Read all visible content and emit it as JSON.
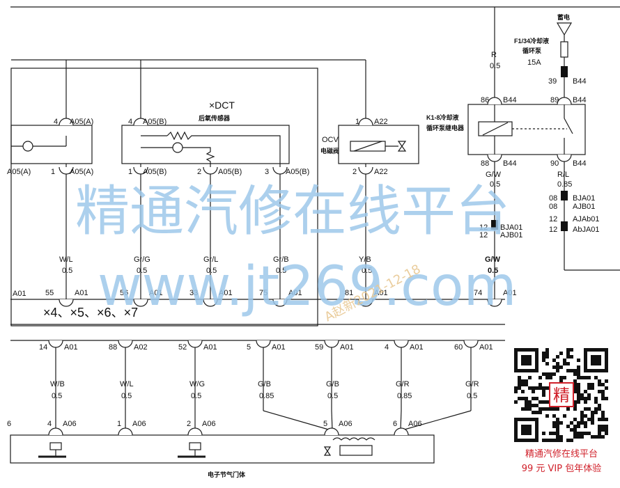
{
  "connectors": {
    "a05a_top": {
      "pin": "4",
      "name": "A05(A)"
    },
    "a05a_bottom": {
      "pin": "1",
      "name": "A05(A)"
    },
    "a05a_left": "A05(A)",
    "a05b_top": {
      "pin": "4",
      "name": "A05(B)"
    },
    "a05b_p1": {
      "pin": "1",
      "name": "A05(B)"
    },
    "a05b_p2": {
      "pin": "2",
      "name": "A05(B)"
    },
    "a05b_p3": {
      "pin": "3",
      "name": "A05(B)"
    },
    "a22_top": {
      "pin": "1",
      "name": "A22"
    },
    "a22_bottom": {
      "pin": "2",
      "name": "A22"
    },
    "b44_86": {
      "pin": "86",
      "name": "B44"
    },
    "b44_89": {
      "pin": "89",
      "name": "B44"
    },
    "b44_88": {
      "pin": "88",
      "name": "B44"
    },
    "b44_90": {
      "pin": "90",
      "name": "B44"
    },
    "b44_39": {
      "pin": "39",
      "name": "B44"
    },
    "bja01_08": {
      "pin": "08",
      "name": "BJA01"
    },
    "ajb01_08": {
      "pin": "08",
      "name": "AJB01"
    },
    "ajab01_12": {
      "pin": "12",
      "name": "AJAb01"
    },
    "abja01_12": {
      "pin": "12",
      "name": "AbJA01"
    },
    "bja01_12": {
      "pin": "12",
      "name": "BJA01"
    },
    "ajb01_12": {
      "pin": "12",
      "name": "AJB01"
    }
  },
  "components": {
    "dct_title": "×DCT",
    "rear_o2_sensor": "后氧传感器",
    "ocv": "OCV",
    "ocv_sub": "电磁阀",
    "relay_name": "K1-8冷却液",
    "relay_sub": "循环泵继电器",
    "battery": "蓄电",
    "fuse_name": "F1/34冷却液",
    "fuse_sub": "循环泵",
    "fuse_rating": "15A",
    "throttle_body": "电子节气门体",
    "variants": "×4、×5、×6、×7"
  },
  "wires_upper": [
    {
      "color": "W/L",
      "size": "0.5",
      "pin": "55",
      "conn": "A01"
    },
    {
      "color": "Gr/G",
      "size": "0.5",
      "pin": "56",
      "conn": "A01"
    },
    {
      "color": "Gr/L",
      "size": "0.5",
      "pin": "33",
      "conn": "A01"
    },
    {
      "color": "Gr/B",
      "size": "0.5",
      "pin": "75",
      "conn": "A01"
    },
    {
      "color": "Y/B",
      "size": "0.5",
      "pin": "81",
      "conn": "A01"
    },
    {
      "color": "G/W",
      "size": "0.5",
      "pin": "74",
      "conn": "A01"
    }
  ],
  "left_edge_conn": "A01",
  "relay_wires": {
    "r": {
      "color": "R",
      "size": "0.5"
    },
    "gw": {
      "color": "G/W",
      "size": "0.5"
    },
    "rl": {
      "color": "R/L",
      "size": "0.85"
    }
  },
  "wires_lower": [
    {
      "pin": "14",
      "conn": "A01",
      "color": "W/B",
      "size": "0.5"
    },
    {
      "pin": "88",
      "conn": "A02",
      "color": "W/L",
      "size": "0.5"
    },
    {
      "pin": "52",
      "conn": "A01",
      "color": "W/G",
      "size": "0.5"
    },
    {
      "pin": "5",
      "conn": "A01",
      "color": "G/B",
      "size": "0.85"
    },
    {
      "pin": "59",
      "conn": "A01",
      "color": "G/B",
      "size": "0.5"
    },
    {
      "pin": "4",
      "conn": "A01",
      "color": "G/R",
      "size": "0.85"
    },
    {
      "pin": "60",
      "conn": "A01",
      "color": "G/R",
      "size": "0.5"
    }
  ],
  "a06_pins": [
    {
      "pin": "4",
      "conn": "A06"
    },
    {
      "pin": "1",
      "conn": "A06"
    },
    {
      "pin": "2",
      "conn": "A06"
    },
    {
      "pin": "5",
      "conn": "A06"
    },
    {
      "pin": "6",
      "conn": "A06"
    }
  ],
  "a06_left_pin": "6",
  "watermark": {
    "line1": "精通汽修在线平台",
    "line2": "www.jt269.com",
    "stamp": "A赵新2021-12-18"
  },
  "qr_caption": {
    "badge": "精",
    "line1": "精通汽修在线平台",
    "line2": "99 元 VIP 包年体验"
  },
  "colors": {
    "line": "#1a1a1a",
    "watermark": "#9ec8ea",
    "accent_red": "#d0202a"
  }
}
